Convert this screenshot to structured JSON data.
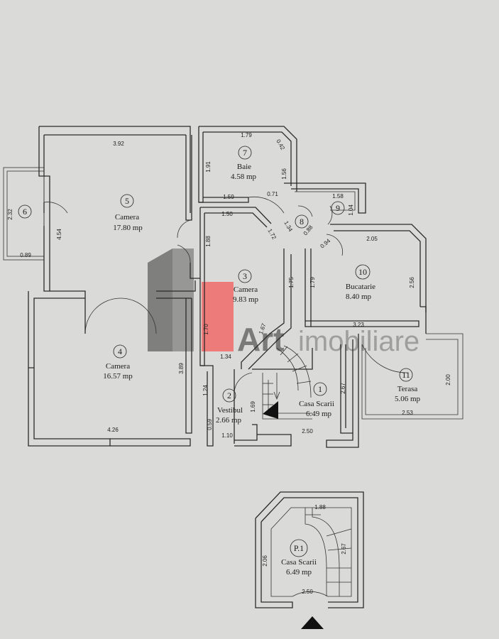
{
  "rooms": [
    {
      "id": "r1",
      "num": "1",
      "name": "Casa Scarii",
      "area": "6.49 mp"
    },
    {
      "id": "r2",
      "num": "2",
      "name": "Vestibul",
      "area": "2.66 mp"
    },
    {
      "id": "r3",
      "num": "3",
      "name": "Camera",
      "area": "9.83 mp"
    },
    {
      "id": "r4",
      "num": "4",
      "name": "Camera",
      "area": "16.57 mp"
    },
    {
      "id": "r5",
      "num": "5",
      "name": "Camera",
      "area": "17.80 mp"
    },
    {
      "id": "r6",
      "num": "6",
      "name": "",
      "area": ""
    },
    {
      "id": "r7",
      "num": "7",
      "name": "Baie",
      "area": "4.58 mp"
    },
    {
      "id": "r8",
      "num": "8",
      "name": "",
      "area": ""
    },
    {
      "id": "r9",
      "num": "9",
      "name": "",
      "area": ""
    },
    {
      "id": "r10",
      "num": "10",
      "name": "Bucatarie",
      "area": "8.40 mp"
    },
    {
      "id": "r11",
      "num": "11",
      "name": "Terasa",
      "area": "5.06 mp"
    },
    {
      "id": "rp1",
      "num": "P.1",
      "name": "Casa Scarii",
      "area": "6.49 mp"
    }
  ],
  "dimensions": {
    "d392": "3.92",
    "d454": "4.54",
    "d232": "2.32",
    "d089": "0.89",
    "d179": "1.79",
    "d042": "0.42",
    "d191": "1.91",
    "d156": "1.56",
    "d159": "1.59",
    "d071": "0.71",
    "d158": "1.58",
    "d104": "1.04",
    "d150": "1.50",
    "d172": "1.72",
    "d134a": "1.34",
    "d088": "0.88",
    "d094": "0.94",
    "d205": "2.05",
    "d188": "1.88",
    "d175": "1.75",
    "d179b": "1.79",
    "d256": "2.56",
    "d323": "3.23",
    "d170": "1.70",
    "d134b": "1.34",
    "d167": "1.67",
    "d389": "3.89",
    "d124": "1.24",
    "d169": "1.69",
    "d267": "2.67",
    "d200": "2.00",
    "d253": "2.53",
    "d059": "0.59",
    "d110": "1.10",
    "d250": "2.50",
    "d426": "4.26",
    "d188b": "1.88",
    "d206": "2.06",
    "d267b": "2.67",
    "d250b": "2.50"
  },
  "watermark": {
    "brand_bold": "Art",
    "brand_light": "imobiliare"
  },
  "colors": {
    "background": "#d9d9d7",
    "watermark_red": "#f06a6a",
    "watermark_gray": "#6e6e6e"
  }
}
